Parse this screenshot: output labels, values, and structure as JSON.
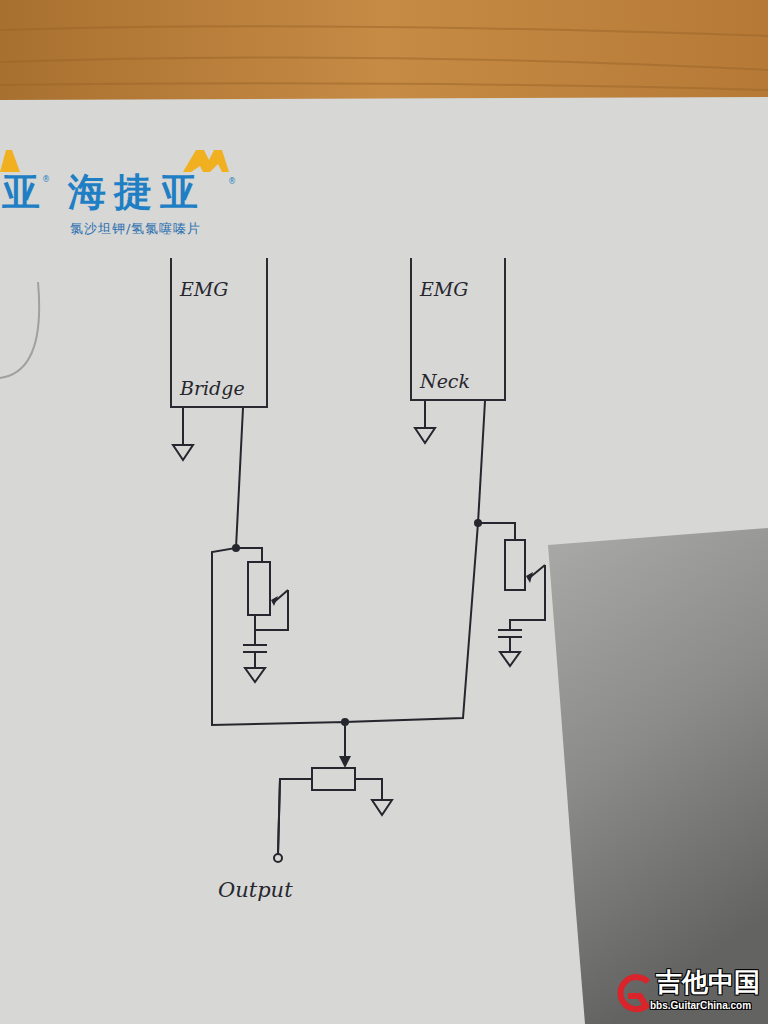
{
  "diagram": {
    "nodes": [
      {
        "text": [
          "EMG",
          "Bridge"
        ]
      },
      {
        "text": [
          "EMG",
          "Neck"
        ]
      },
      {
        "text": [
          "Output"
        ]
      }
    ],
    "edges": [
      {
        "from": 0,
        "to": 2,
        "arrow": "none"
      },
      {
        "from": 1,
        "to": 2,
        "arrow": "none"
      }
    ],
    "labels": [
      "亚",
      "®",
      "海捷亚",
      "®",
      "氯沙坦钾/氢氯噻嗪片",
      "吉他中国",
      "bbs.GuitarChina.com"
    ]
  }
}
